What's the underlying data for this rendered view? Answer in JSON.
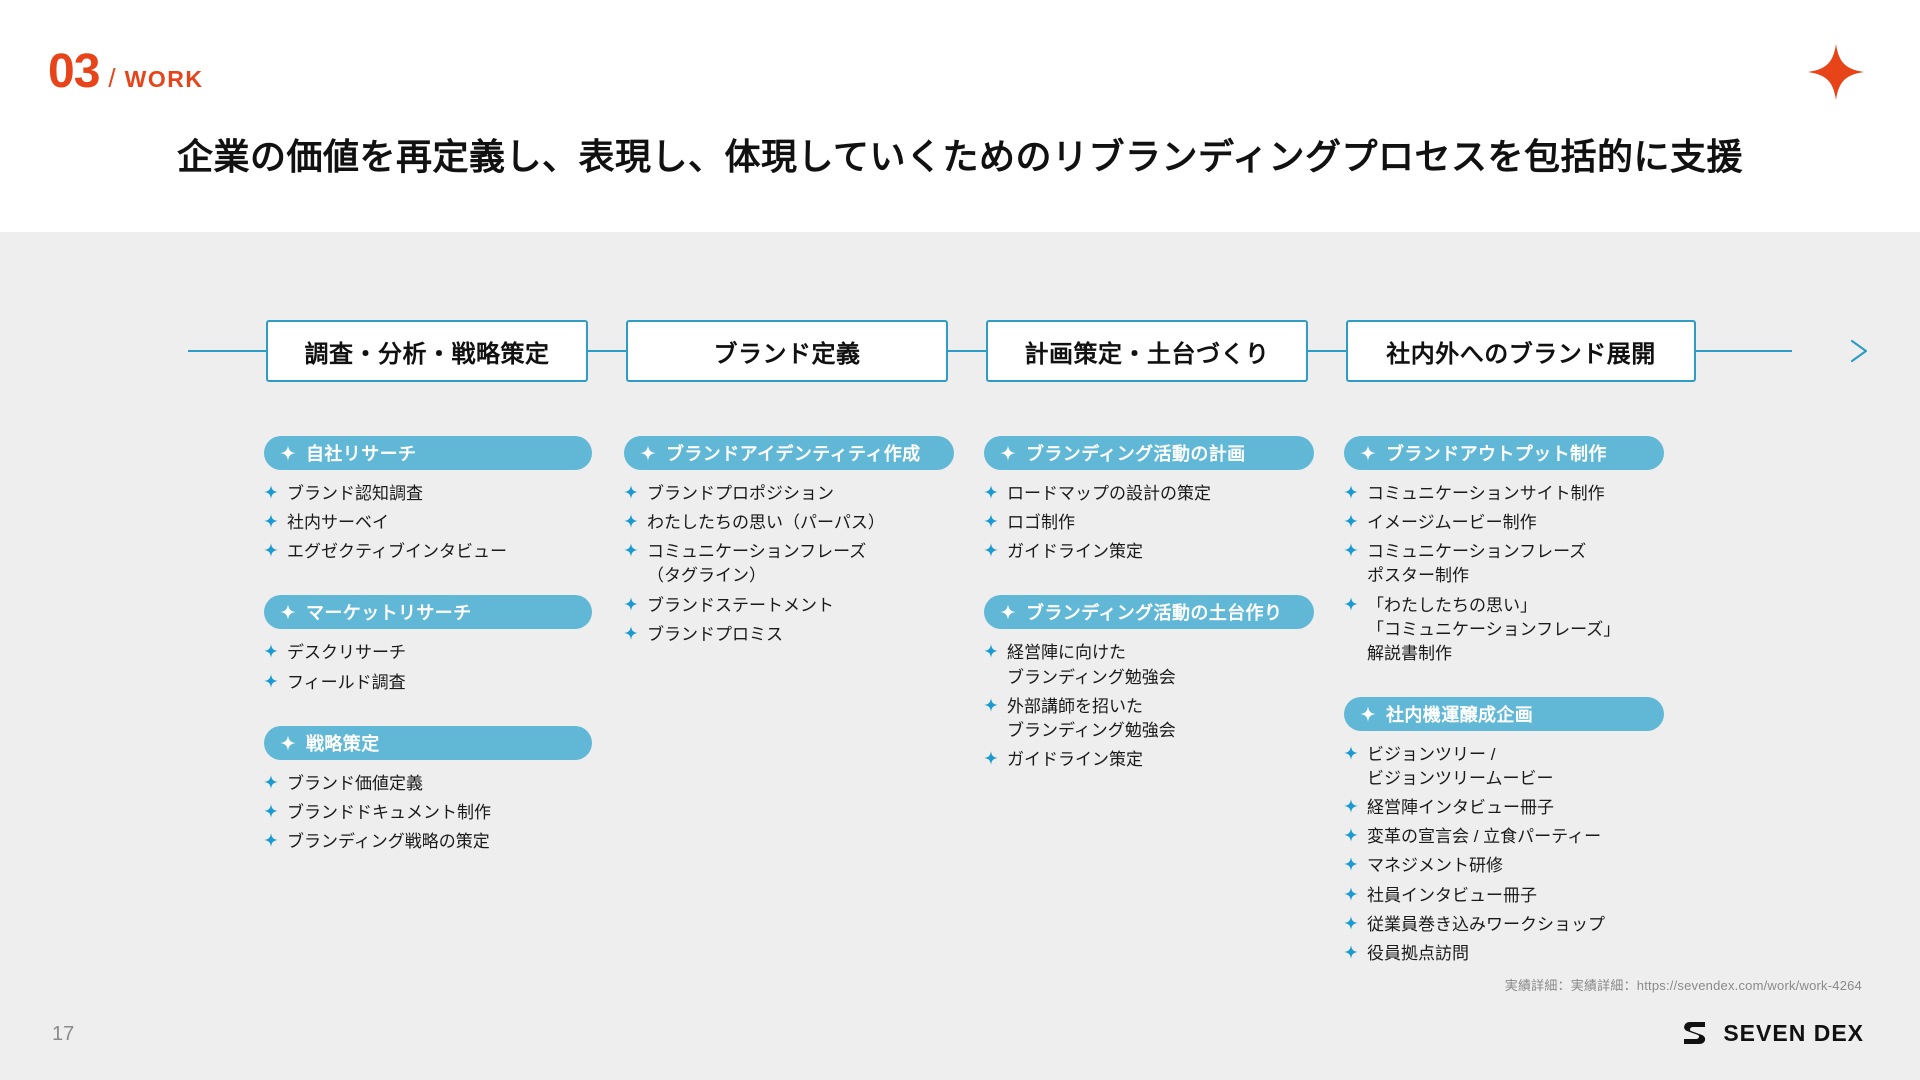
{
  "header": {
    "section_number": "03",
    "separator": "/",
    "section_label": "WORK",
    "title": "企業の価値を再定義し、表現し、体現していくためのリブランディングプロセスを包括的に支援",
    "accent_color": "#e8441a",
    "spark_icon": "sparkle-icon"
  },
  "flow": {
    "line_color": "#2e9cc4",
    "steps": [
      {
        "label": "調査・分析・戦略策定"
      },
      {
        "label": "ブランド定義"
      },
      {
        "label": "計画策定・土台づくり"
      },
      {
        "label": "社内外へのブランド展開"
      }
    ]
  },
  "columns": [
    {
      "name": "research-strategy",
      "groups": [
        {
          "pill": "自社リサーチ",
          "items": [
            "ブランド認知調査",
            "社内サーベイ",
            "エグゼクティブインタビュー"
          ]
        },
        {
          "pill": "マーケットリサーチ",
          "items": [
            "デスクリサーチ",
            "フィールド調査"
          ]
        },
        {
          "pill": "戦略策定",
          "items": [
            "ブランド価値定義",
            "ブランドドキュメント制作",
            "ブランディング戦略の策定"
          ]
        }
      ]
    },
    {
      "name": "brand-definition",
      "groups": [
        {
          "pill": "ブランドアイデンティティ作成",
          "items": [
            "ブランドプロポジション",
            "わたしたちの思い（パーパス）",
            "コミュニケーションフレーズ\n（タグライン）",
            "ブランドステートメント",
            "ブランドプロミス"
          ]
        }
      ]
    },
    {
      "name": "planning-foundation",
      "groups": [
        {
          "pill": "ブランディング活動の計画",
          "items": [
            "ロードマップの設計の策定",
            "ロゴ制作",
            "ガイドライン策定"
          ]
        },
        {
          "pill": "ブランディング活動の土台作り",
          "items": [
            "経営陣に向けた\nブランディング勉強会",
            "外部講師を招いた\nブランディング勉強会",
            "ガイドライン策定"
          ]
        }
      ]
    },
    {
      "name": "brand-deployment",
      "groups": [
        {
          "pill": "ブランドアウトプット制作",
          "items": [
            "コミュニケーションサイト制作",
            "イメージムービー制作",
            "コミュニケーションフレーズ\nポスター制作",
            "「わたしたちの思い」\n「コミュニケーションフレーズ」\n解説書制作"
          ]
        },
        {
          "pill": "社内機運醸成企画",
          "items": [
            "ビジョンツリー /\nビジョンツリームービー",
            "経営陣インタビュー冊子",
            "変革の宣言会 / 立食パーティー",
            "マネジメント研修",
            "社員インタビュー冊子",
            "従業員巻き込みワークショップ",
            "役員拠点訪問"
          ]
        }
      ]
    }
  ],
  "footer": {
    "note": "実績詳細：実績詳細：https://sevendex.com/work/work-4264",
    "page_number": "17",
    "brand_name": "SEVEN DEX",
    "brand_mark": "sevendex-logo-icon"
  },
  "theme": {
    "pill_color": "#61b8d6",
    "star_color": "#1a9ad0",
    "panel_bg": "#eeeeee"
  }
}
